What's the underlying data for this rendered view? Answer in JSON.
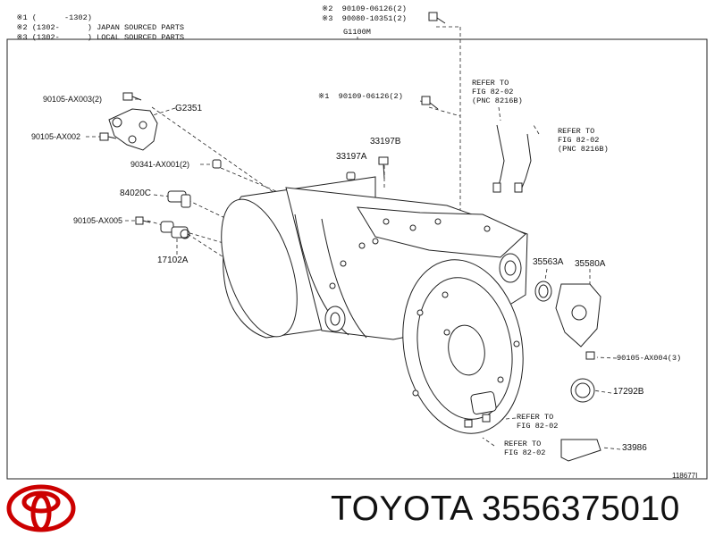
{
  "notes": [
    {
      "mark": "※1",
      "range": "(      -1302)",
      "desc": ""
    },
    {
      "mark": "※2",
      "range": "(1302-      )",
      "desc": "JAPAN SOURCED PARTS"
    },
    {
      "mark": "※3",
      "range": "(1302-      )",
      "desc": "LOCAL SOURCED PARTS"
    }
  ],
  "top_parts": [
    "※2  90109-06126(2)",
    "※3  90080-10351(2)"
  ],
  "group_code": "G1100M",
  "labels": {
    "p90105_ax003": "90105-AX003(2)",
    "g2351": "G2351",
    "p90105_ax002": "90105-AX002",
    "p90341_ax001": "90341-AX001(2)",
    "p84020c": "84020C",
    "p90105_ax005": "90105-AX005",
    "p17102a": "17102A",
    "p33197b": "33197B",
    "p33197a": "33197A",
    "p90109_06126": "※1  90109-06126(2)",
    "p35563a": "35563A",
    "p35580a": "35580A",
    "p90105_ax004": "90105-AX004(3)",
    "p17292b": "17292B",
    "p33986": "33986"
  },
  "refers": {
    "ref1": [
      "REFER TO",
      "FIG 82-02",
      "(PNC 8216B)"
    ],
    "ref2": [
      "REFER TO",
      "FIG 82-02",
      "(PNC 8216B)"
    ],
    "ref3": [
      "REFER TO",
      "FIG 82-02"
    ],
    "ref4": [
      "REFER TO",
      "FIG 82-02"
    ]
  },
  "figure_id": "118677I",
  "brand": {
    "name": "TOYOTA",
    "part_number": "3556375010",
    "logo_color": "#cc0000"
  }
}
